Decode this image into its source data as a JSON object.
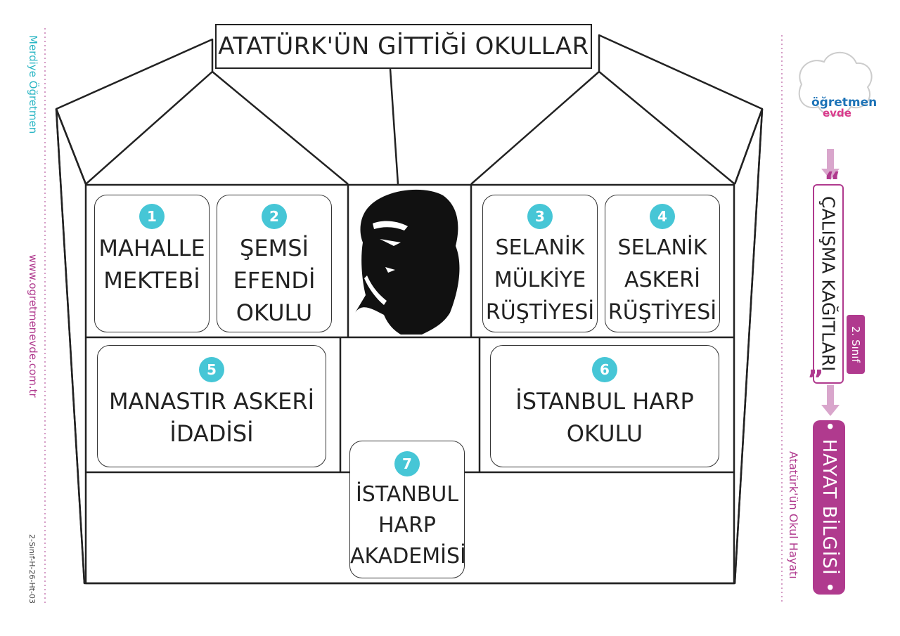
{
  "title": "ATATÜRK'ÜN GİTTİĞİ OKULLAR",
  "schools": [
    {
      "number": "1",
      "name": "MAHALLE\nMEKTEBİ"
    },
    {
      "number": "2",
      "name": "ŞEMSİ\nEFENDİ\nOKULU"
    },
    {
      "number": "3",
      "name": "SELANİK\nMÜLKİYE\nRÜŞTİYESİ"
    },
    {
      "number": "4",
      "name": "SELANİK\nASKERİ\nRÜŞTİYESİ"
    },
    {
      "number": "5",
      "name": "MANASTIR ASKERİ\nİDADİSİ"
    },
    {
      "number": "6",
      "name": "İSTANBUL HARP\nOKULU"
    },
    {
      "number": "7",
      "name": "İSTANBUL\nHARP\nAKADEMİSİ"
    }
  ],
  "left_margin": {
    "teacher": "Merdiye Öğretmen",
    "website": "www.ogretmenevde.com.tr",
    "code": "2-Sınıf-H-26-Ht-03"
  },
  "right_margin": {
    "logo_line1": "öğretmen",
    "logo_line2": "evde",
    "series": "ÇALIŞMA KAĞITLARI",
    "grade": "2. Sınıf",
    "subject": "• HAYAT BİLGİSİ •",
    "topic": "Atatürk'ün Okul Hayatı"
  },
  "colors": {
    "badge": "#46c6d6",
    "accent": "#b03a8e",
    "teal_text": "#2bb6c4"
  }
}
